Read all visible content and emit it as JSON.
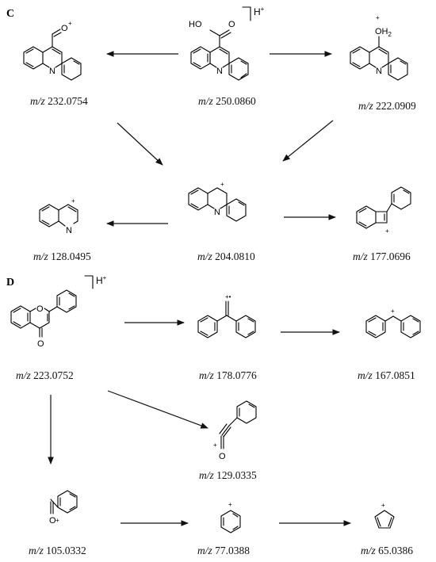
{
  "panels": {
    "C": {
      "label": "C",
      "mz_prefix": "m/z",
      "precursor": {
        "mz": "250.0860",
        "charge_bracket": "H+"
      },
      "fragments": [
        {
          "id": "c232",
          "mz": "232.0754"
        },
        {
          "id": "c222",
          "mz": "222.0909"
        },
        {
          "id": "c204",
          "mz": "204.0810"
        },
        {
          "id": "c128",
          "mz": "128.0495"
        },
        {
          "id": "c177",
          "mz": "177.0696"
        }
      ],
      "atom_labels": {
        "oh_acid": "HO",
        "o_acid": "O",
        "n": "N",
        "o_acylium": "O",
        "oh2": "OH2"
      }
    },
    "D": {
      "label": "D",
      "mz_prefix": "m/z",
      "precursor": {
        "mz": "223.0752",
        "charge_bracket": "H+"
      },
      "fragments": [
        {
          "id": "d178",
          "mz": "178.0776"
        },
        {
          "id": "d167",
          "mz": "167.0851"
        },
        {
          "id": "d129",
          "mz": "129.0335"
        },
        {
          "id": "d105",
          "mz": "105.0332"
        },
        {
          "id": "d77",
          "mz": "77.0388"
        },
        {
          "id": "d65",
          "mz": "65.0386"
        }
      ],
      "atom_labels": {
        "o_ring": "O",
        "o_keto": "O",
        "o_acylium": "O"
      }
    }
  }
}
